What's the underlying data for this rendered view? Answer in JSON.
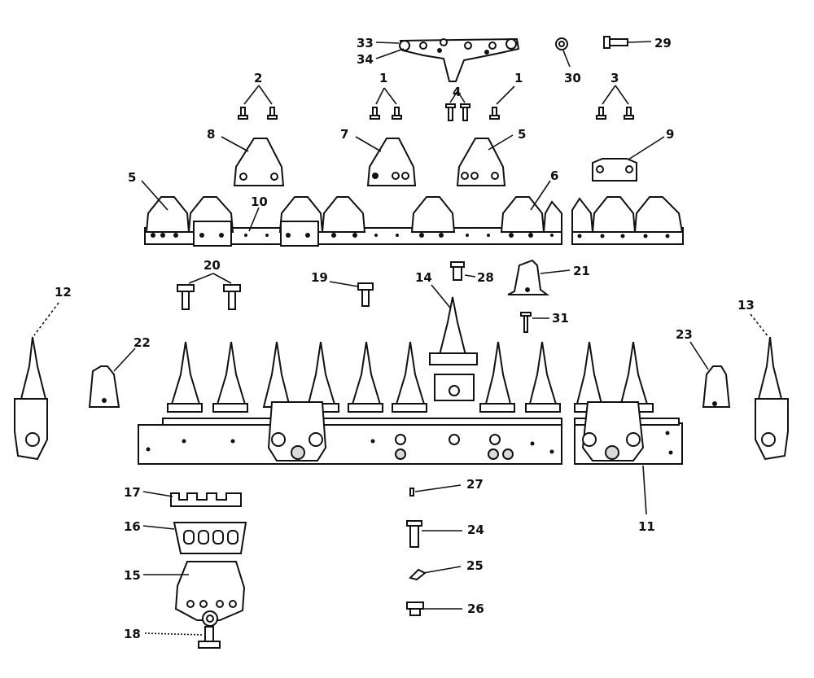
{
  "callouts": [
    {
      "id": "c33",
      "text": "33"
    },
    {
      "id": "c34",
      "text": "34"
    },
    {
      "id": "c30",
      "text": "30"
    },
    {
      "id": "c29",
      "text": "29"
    },
    {
      "id": "c2",
      "text": "2"
    },
    {
      "id": "c1a",
      "text": "1"
    },
    {
      "id": "c4",
      "text": "4"
    },
    {
      "id": "c1b",
      "text": "1"
    },
    {
      "id": "c3",
      "text": "3"
    },
    {
      "id": "c8",
      "text": "8"
    },
    {
      "id": "c7",
      "text": "7"
    },
    {
      "id": "c5a",
      "text": "5"
    },
    {
      "id": "c9",
      "text": "9"
    },
    {
      "id": "c5b",
      "text": "5"
    },
    {
      "id": "c10",
      "text": "10"
    },
    {
      "id": "c6",
      "text": "6"
    },
    {
      "id": "c20",
      "text": "20"
    },
    {
      "id": "c19",
      "text": "19"
    },
    {
      "id": "c28",
      "text": "28"
    },
    {
      "id": "c21",
      "text": "21"
    },
    {
      "id": "c12",
      "text": "12"
    },
    {
      "id": "c14",
      "text": "14"
    },
    {
      "id": "c31",
      "text": "31"
    },
    {
      "id": "c13",
      "text": "13"
    },
    {
      "id": "c22",
      "text": "22"
    },
    {
      "id": "c23",
      "text": "23"
    },
    {
      "id": "c17",
      "text": "17"
    },
    {
      "id": "c27",
      "text": "27"
    },
    {
      "id": "c16",
      "text": "16"
    },
    {
      "id": "c24",
      "text": "24"
    },
    {
      "id": "c11",
      "text": "11"
    },
    {
      "id": "c25",
      "text": "25"
    },
    {
      "id": "c15",
      "text": "15"
    },
    {
      "id": "c26",
      "text": "26"
    },
    {
      "id": "c18",
      "text": "18"
    }
  ]
}
